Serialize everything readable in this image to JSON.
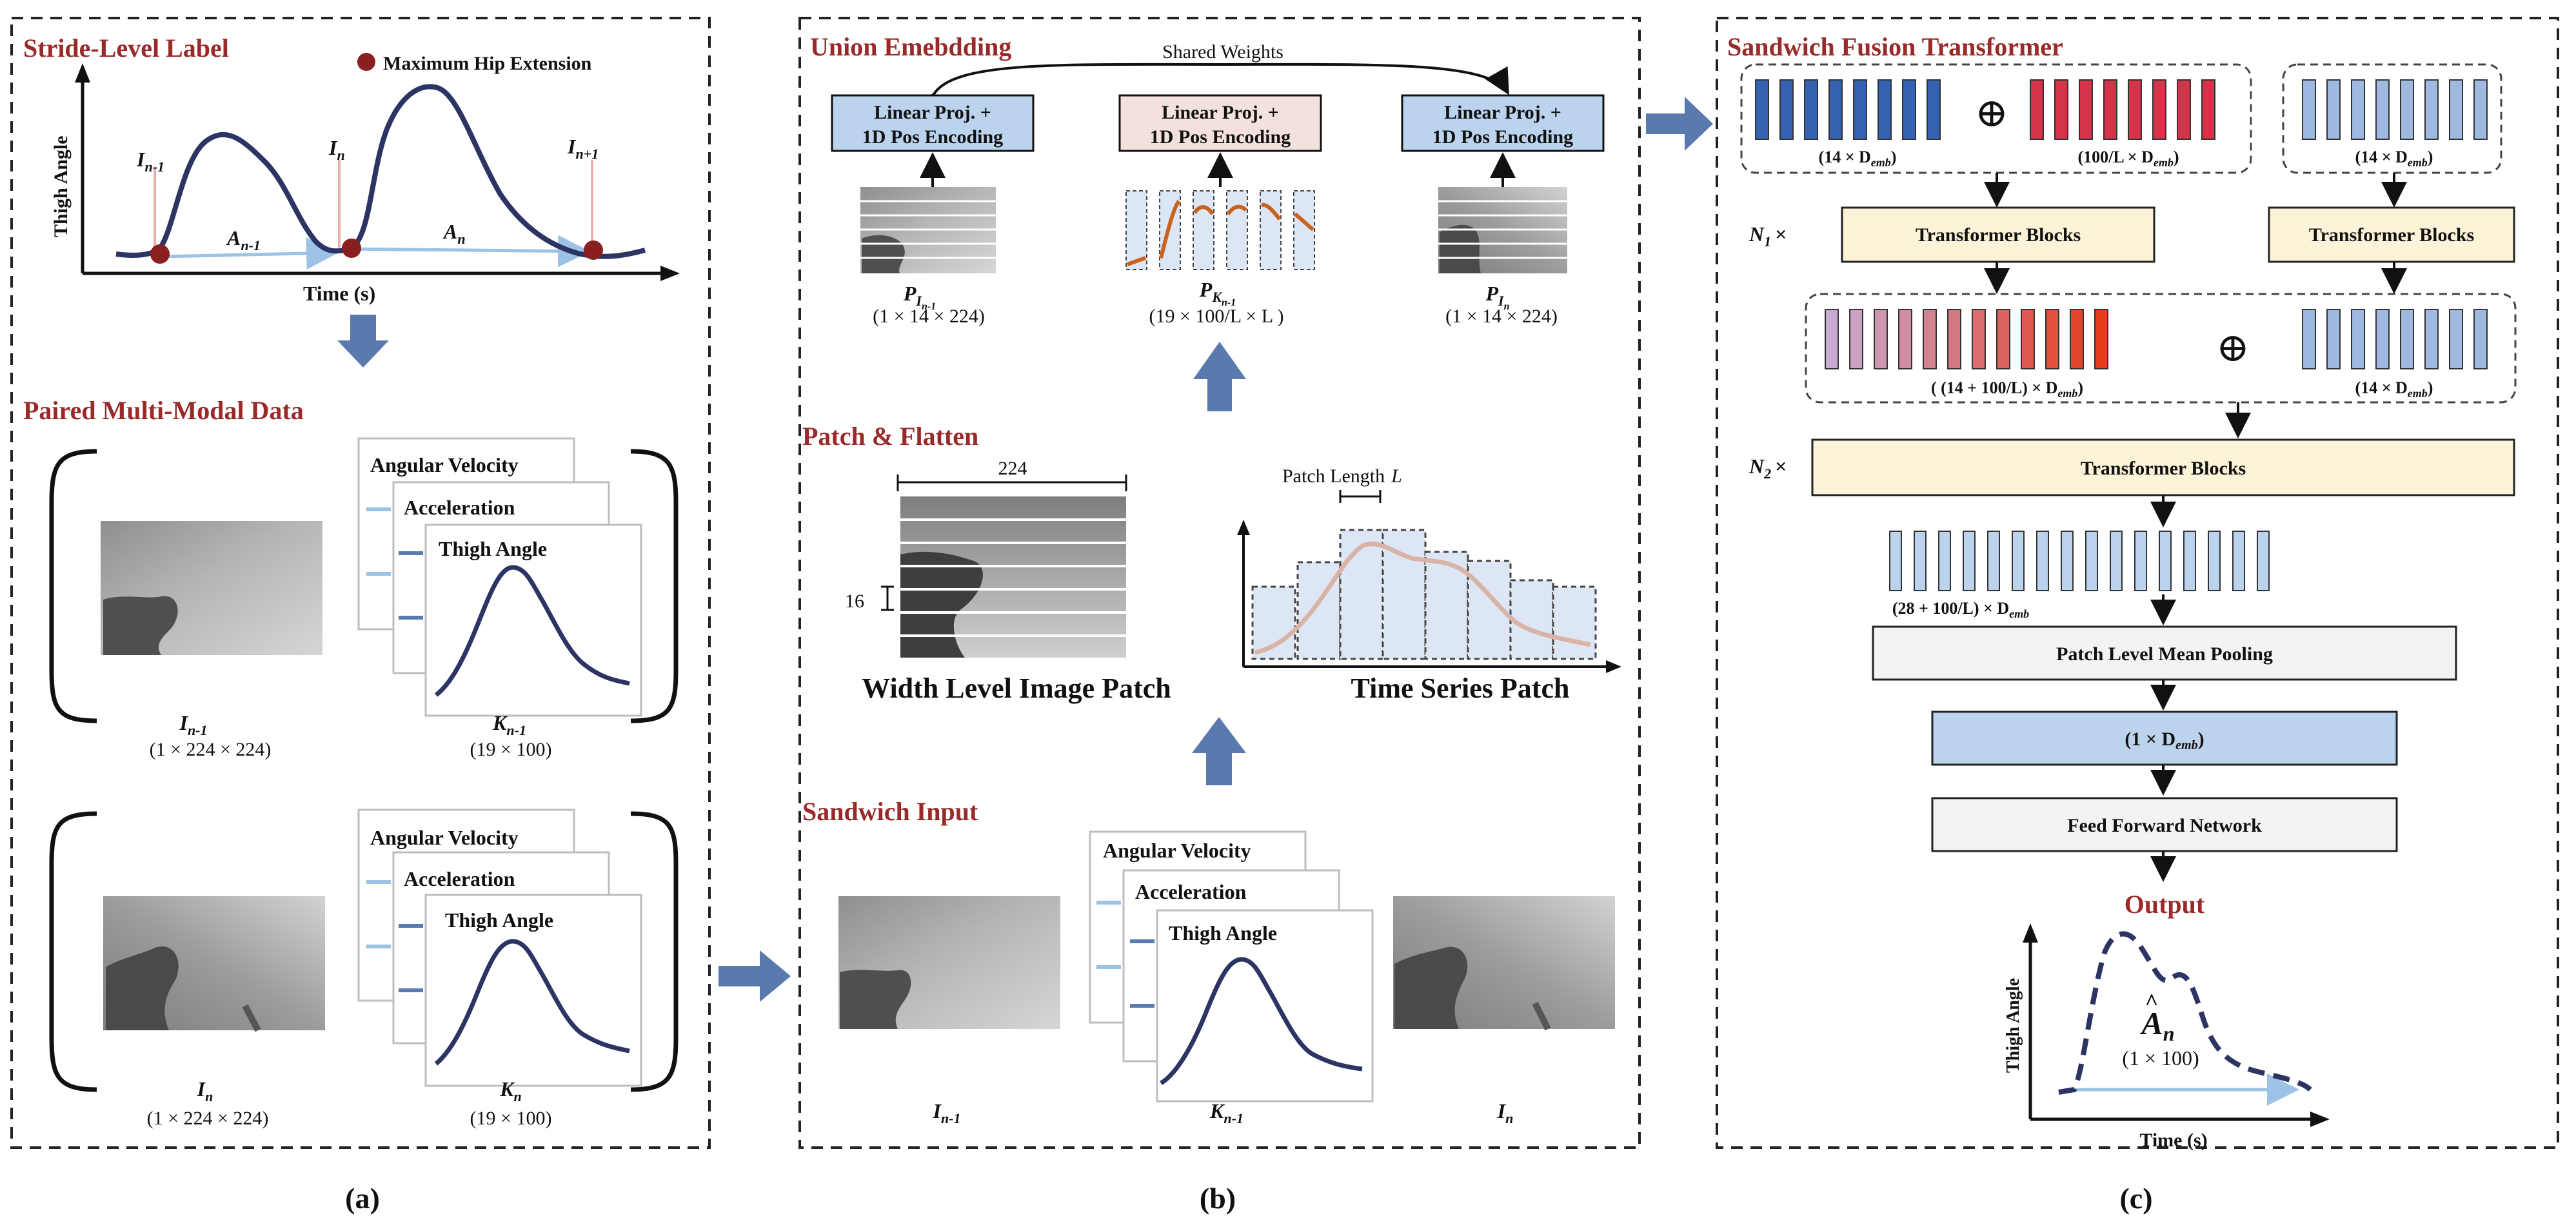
{
  "panel_a": {
    "title": "Stride-Level Label",
    "legend": "Maximum Hip Extension",
    "y_label": "Thigh Angle",
    "x_label": "Time (s)",
    "label_prev": "I",
    "label_prev_sub": "n-1",
    "label_cur": "I",
    "label_cur_sub": "n",
    "label_next": "I",
    "label_next_sub": "n+1",
    "seg_prev": "A",
    "seg_prev_sub": "n-1",
    "seg_cur": "A",
    "seg_cur_sub": "n",
    "section2": "Paired Multi-Modal Data",
    "stack_card1": "Angular Velocity",
    "stack_card2": "Acceleration",
    "stack_card3": "Thigh Angle",
    "pair1_img": "I",
    "pair1_img_sub": "n-1",
    "pair1_img_dim": "(1 × 224 × 224)",
    "pair1_ts": "K",
    "pair1_ts_sub": "n-1",
    "pair1_ts_dim": "(19 × 100)",
    "pair2_img": "I",
    "pair2_img_sub": "n",
    "pair2_img_dim": "(1 × 224 × 224)",
    "pair2_ts": "K",
    "pair2_ts_sub": "n",
    "pair2_ts_dim": "(19 × 100)",
    "caption": "(a)"
  },
  "panel_b": {
    "title": "Union Emebdding",
    "shared": "Shared Weights",
    "proj1": "Linear Proj. +",
    "proj2": "1D Pos Encoding",
    "p_left": "P",
    "p_left_sub": "I",
    "p_left_subsub": "n-1",
    "p_left_dim": "(1 × 14 × 224)",
    "p_mid": "P",
    "p_mid_sub": "K",
    "p_mid_subsub": "n-1",
    "p_mid_dim": "(19 × 100/L × L )",
    "p_right": "P",
    "p_right_sub": "I",
    "p_right_subsub": "n",
    "p_right_dim": "(1 × 14 × 224)",
    "patch_title": "Patch & Flatten",
    "width_224": "224",
    "height_16": "16",
    "img_patch_label": "Width Level Image Patch",
    "patch_length": "Patch Length",
    "patch_length_L": "L",
    "ts_patch_label": "Time Series Patch",
    "sandwich_title": "Sandwich Input",
    "card1": "Angular Velocity",
    "card2": "Acceleration",
    "card3": "Thigh Angle",
    "in_left": "I",
    "in_left_sub": "n-1",
    "in_mid": "K",
    "in_mid_sub": "n-1",
    "in_right": "I",
    "in_right_sub": "n",
    "caption": "(b)"
  },
  "panel_c": {
    "title": "Sandwich Fusion Transformer",
    "grp1_label": "(14 × D",
    "grp1_label_sub": "emb",
    "grp2_label": "(100/L × D",
    "grp2_label_sub": "emb",
    "grp3_label": "(14 × D",
    "grp3_label_sub": "emb",
    "n1": "N",
    "n1_sub": "1",
    "n2": "N",
    "n2_sub": "2",
    "times": "×",
    "tb_left": "Transformer Blocks",
    "tb_right": "Transformer Blocks",
    "tb_wide": "Transformer Blocks",
    "mix_label": "( (14 + 100/L) × D",
    "mix_label_sub": "emb",
    "right_label": "(14 × D",
    "right_label_sub": "emb",
    "all_label": "(28 + 100/L) × D",
    "all_label_sub": "emb",
    "pooling": "Patch Level Mean Pooling",
    "vec": "(1 × D",
    "vec_sub": "emb",
    "ffn": "Feed Forward Network",
    "output_title": "Output",
    "out_y": "Thigh Angle",
    "out_x": "Time (s)",
    "out_sym": "A",
    "out_sym_sub": "n",
    "out_dim": "(1 × 100)",
    "caption": "(c)"
  },
  "colors": {
    "title_red": "#9a2a2a",
    "arrow_blue": "#5a79ad",
    "navy_curve": "#2c3463",
    "box_blue": "#bcd3ee",
    "box_pink": "#f2e1dc",
    "box_cream": "#fcf4d8",
    "box_gray": "#f3f3f3",
    "bar_blue": "#3563b3",
    "bar_red": "#d4334a",
    "bar_light": "#9fb9e0",
    "orange": "#c8621e",
    "marker_red": "#8a1f1f"
  }
}
